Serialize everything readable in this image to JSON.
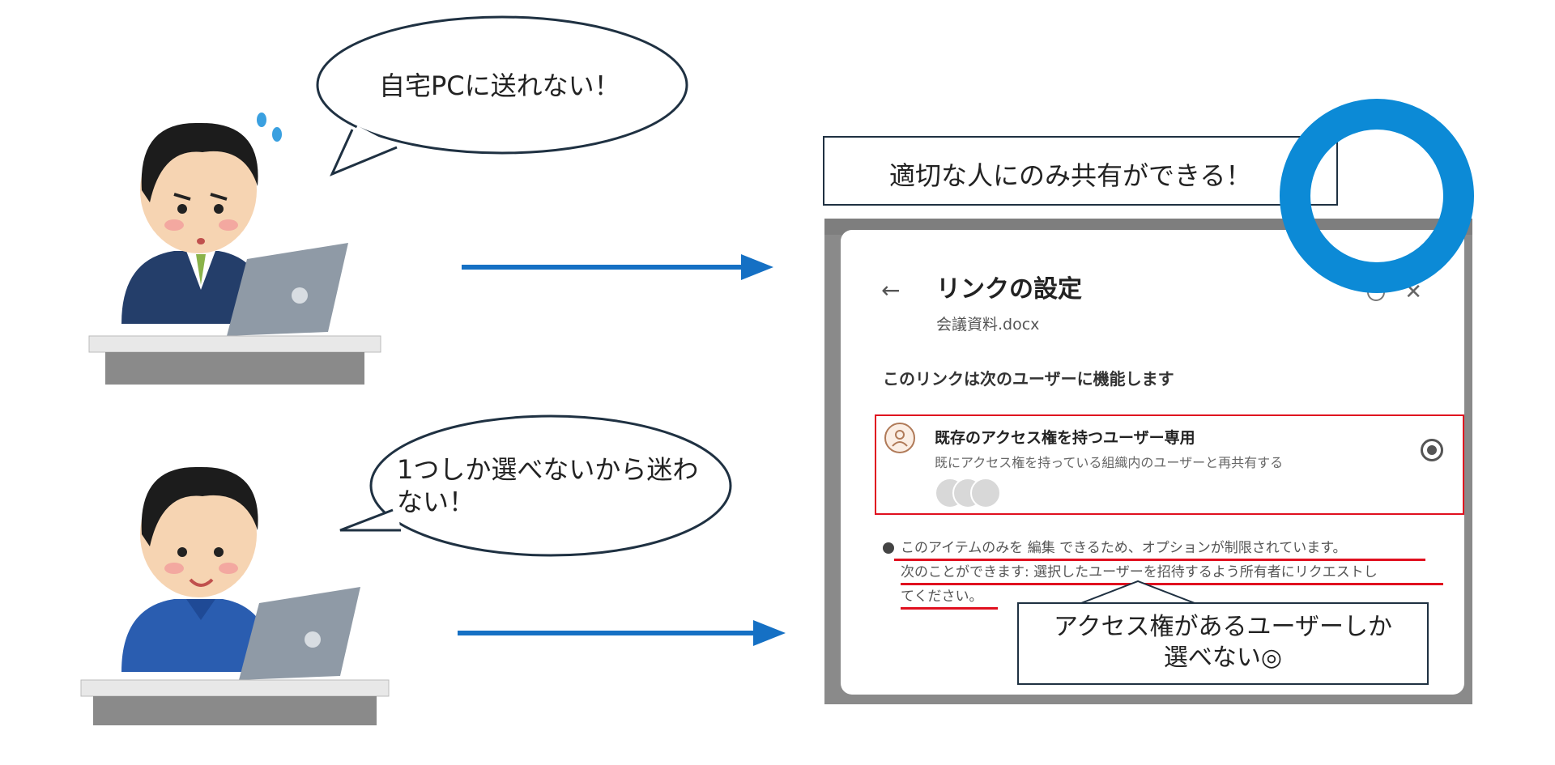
{
  "scene_top": {
    "bubble_text": "自宅PCに送れない！",
    "arrow_color": "#1570c4"
  },
  "scene_bottom": {
    "bubble_line1": "1つしか選べないから迷わ",
    "bubble_line2": "ない！"
  },
  "callout_top": "適切な人にのみ共有ができる！",
  "callout_bottom": {
    "line1": "アクセス権があるユーザーしか",
    "line2": "選べない◎"
  },
  "dialog": {
    "title": "リンクの設定",
    "file_name": "会議資料.docx",
    "section_heading": "このリンクは次のユーザーに機能します",
    "option": {
      "title": "既存のアクセス権を持つユーザー専用",
      "description": "既にアクセス権を持っている組織内のユーザーと再共有する",
      "selected": true
    },
    "notice_lines": [
      "このアイテムのみを 編集 できるため、オプションが制限されています。",
      "次のことができます: 選択したユーザーを招待するよう所有者にリクエストし",
      "てください。"
    ]
  },
  "colors": {
    "highlight_red": "#e0101f",
    "ring_blue": "#0c8ad6",
    "box_border": "#1f3142"
  },
  "icons": [
    "back-arrow-icon",
    "info-icon",
    "close-icon",
    "person-icon",
    "radio-selected-icon",
    "alert-icon"
  ]
}
